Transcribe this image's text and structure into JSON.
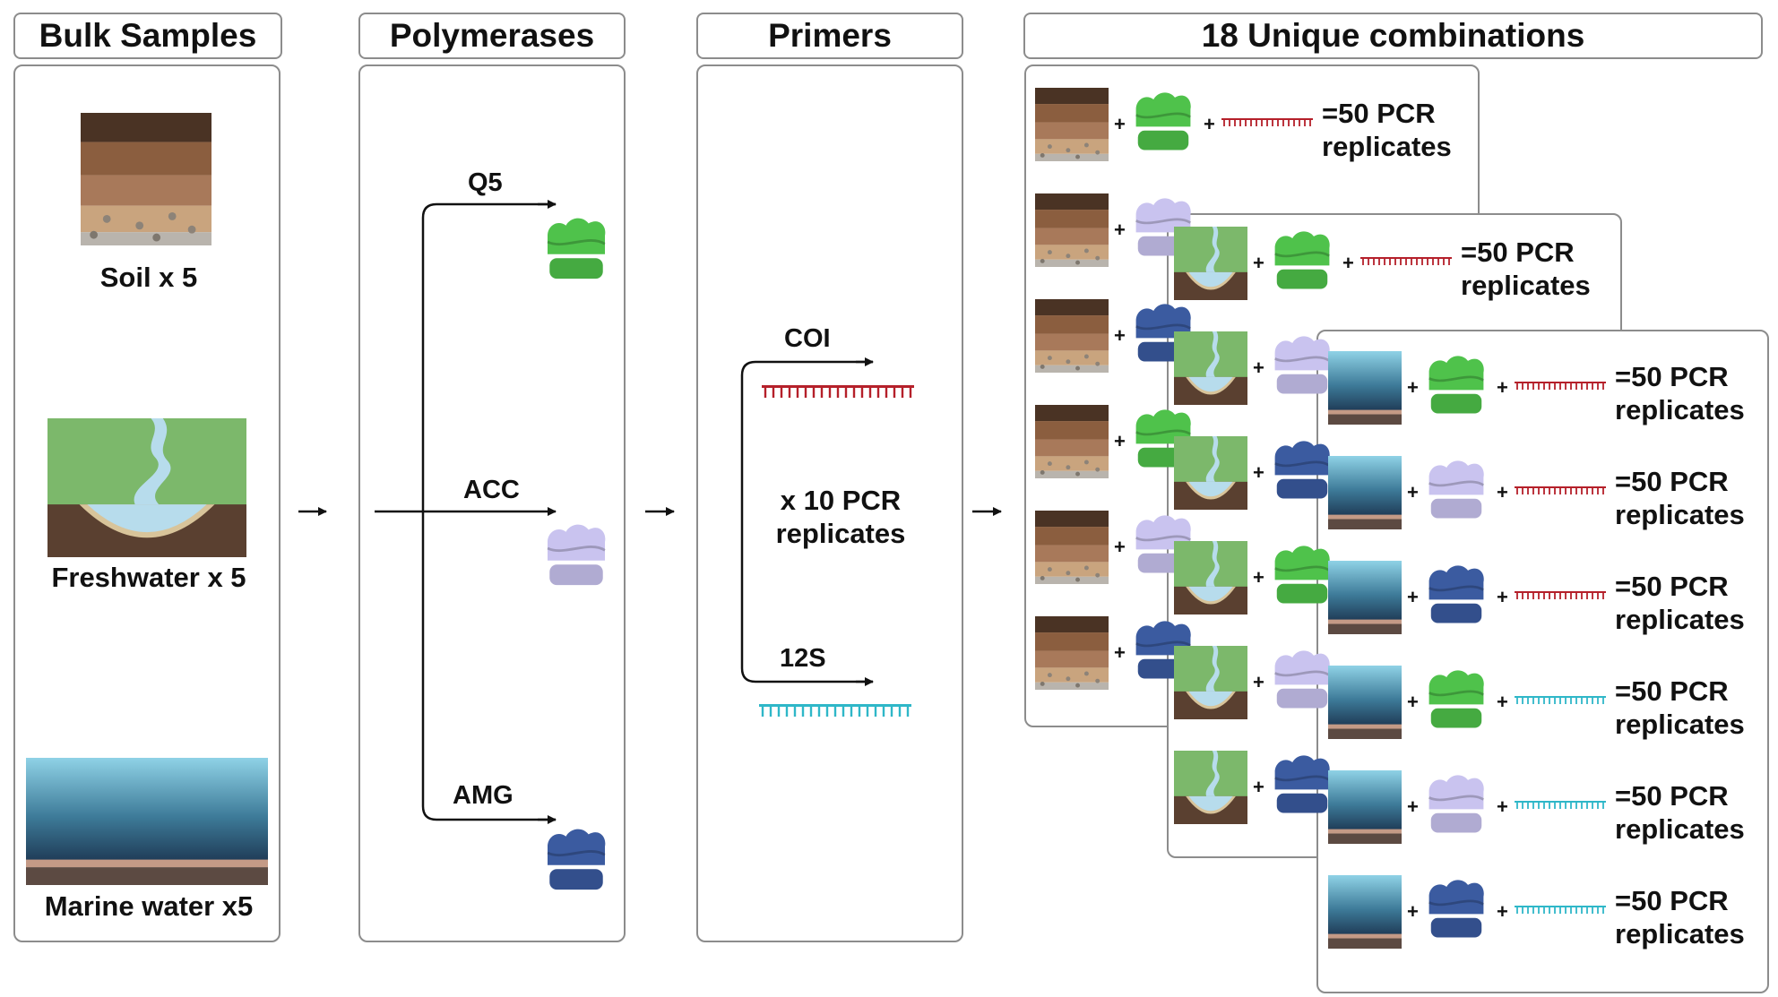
{
  "headers": {
    "bulk": "Bulk Samples",
    "polymerases": "Polymerases",
    "primers": "Primers",
    "combinations": "18 Unique combinations"
  },
  "samples": [
    {
      "icon": "soil-icon",
      "label": "Soil x 5"
    },
    {
      "icon": "freshwater-icon",
      "label": "Freshwater x 5"
    },
    {
      "icon": "marine-water-icon",
      "label": "Marine water x5"
    }
  ],
  "polymerases": [
    {
      "label": "Q5",
      "color": "#4fc24b"
    },
    {
      "label": "ACC",
      "color": "#c9c3ef"
    },
    {
      "label": "AMG",
      "color": "#3b5ba0"
    }
  ],
  "primers": [
    {
      "label": "COI",
      "color": "#b5202a"
    },
    {
      "label": "12S",
      "color": "#2fb7c8"
    }
  ],
  "pcr_note": {
    "line1": "x 10 PCR",
    "line2": "replicates"
  },
  "result": {
    "line1": "=50 PCR",
    "line2": "replicates"
  },
  "operators": {
    "plus": "+"
  },
  "colors": {
    "border": "#8c8c8c",
    "q5": "#4fc24b",
    "acc": "#c9c3ef",
    "amg": "#3b5ba0",
    "coi": "#b5202a",
    "s12": "#2fb7c8"
  }
}
